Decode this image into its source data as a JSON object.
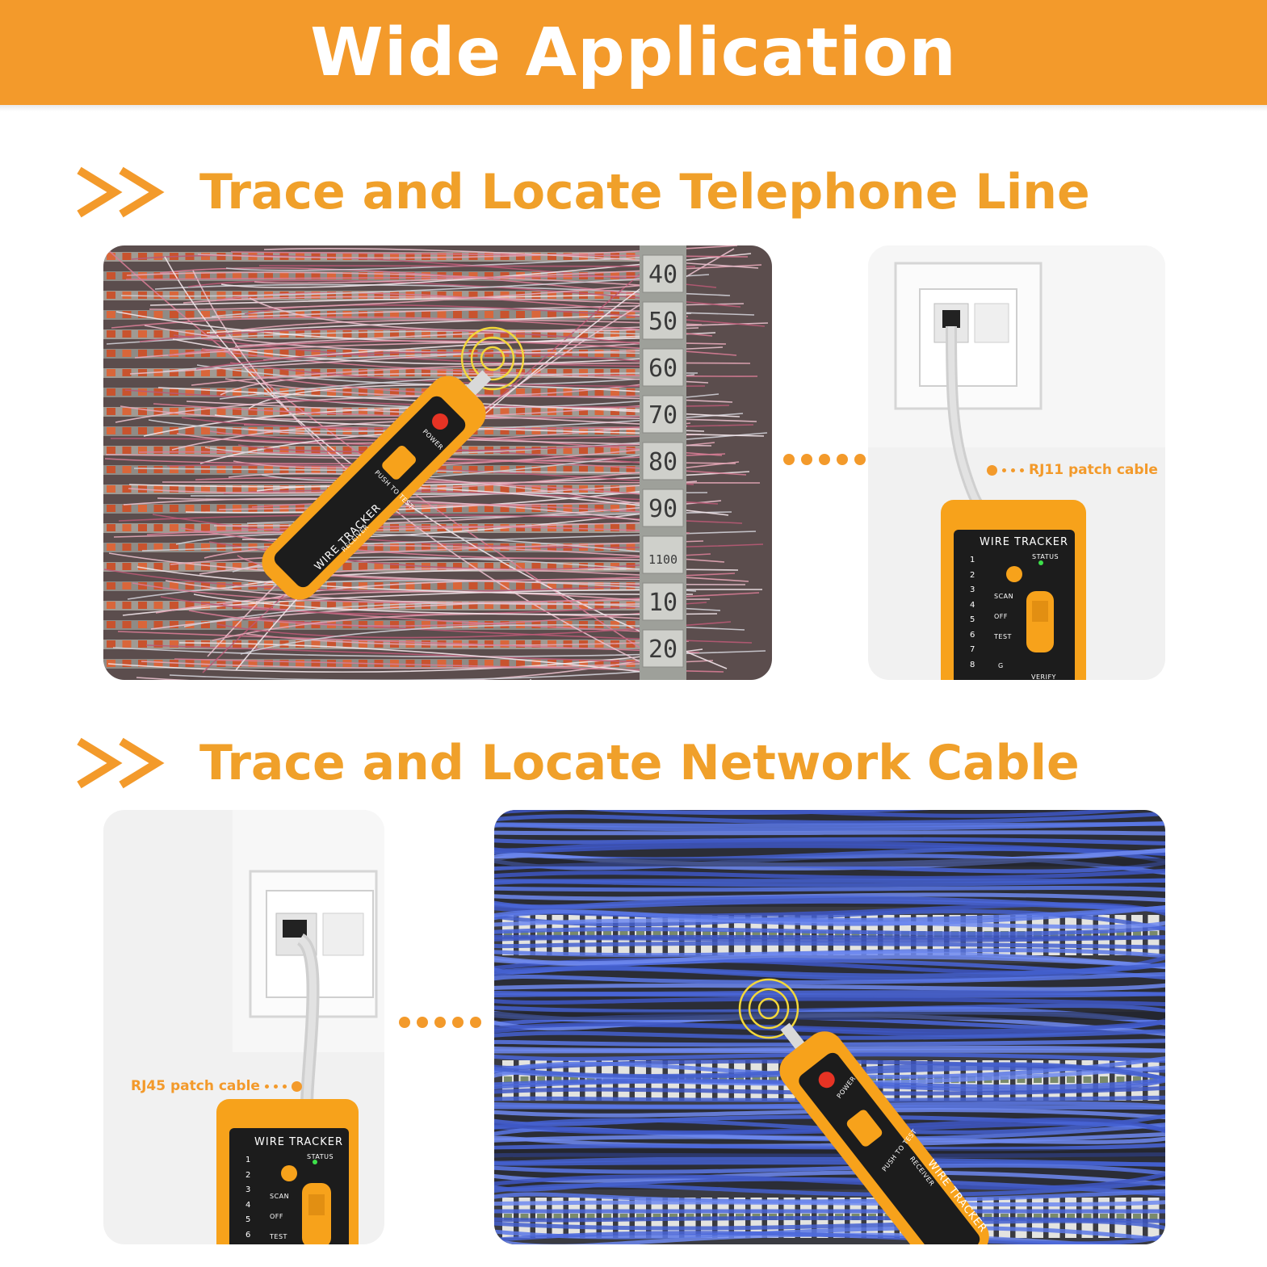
{
  "banner": {
    "title": "Wide Application"
  },
  "sections": [
    {
      "title": "Trace and Locate Telephone Line"
    },
    {
      "title": "Trace and Locate Network Cable"
    }
  ],
  "panel_numbers": [
    "40",
    "50",
    "60",
    "70",
    "80",
    "90",
    "1100",
    "10",
    "20"
  ],
  "callouts": {
    "rj11": "RJ11 patch cable",
    "rj45": "RJ45 patch cable"
  },
  "device": {
    "brand": "WIRE TRACKER",
    "power": "POWER",
    "push_to_test": "PUSH TO TEST",
    "receiver": "RECEIVER",
    "status": "STATUS",
    "scan": "SCAN",
    "off": "OFF",
    "test": "TEST",
    "ground": "G",
    "verify": "VERIFY",
    "pins": [
      "1",
      "2",
      "3",
      "4",
      "5",
      "6",
      "7",
      "8"
    ]
  },
  "colors": {
    "accent": "#f39a2b",
    "heading": "#f0a02a",
    "cable_blue": "#4a66d9",
    "device_body": "#f7a21b"
  }
}
